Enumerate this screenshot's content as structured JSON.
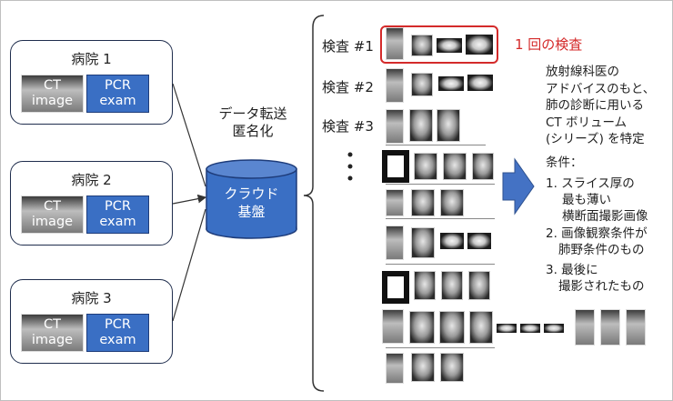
{
  "hospitals": [
    {
      "name": "病院 1",
      "ct": "CT\nimage",
      "pcr": "PCR\nexam"
    },
    {
      "name": "病院 2",
      "ct": "CT\nimage",
      "pcr": "PCR\nexam"
    },
    {
      "name": "病院 3",
      "ct": "CT\nimage",
      "pcr": "PCR\nexam"
    }
  ],
  "transfer_label": [
    "データ転送",
    "匿名化"
  ],
  "cloud": [
    "クラウド",
    "基盤"
  ],
  "exams": [
    "検査 #1",
    "検査 #2",
    "検査 #3"
  ],
  "exam_note": "1 回の検査",
  "right_text": {
    "desc": [
      "放射線科医の",
      "アドバイスのもと、",
      "肺の診断に用いる",
      "CT ボリューム",
      "(シリーズ) を特定"
    ],
    "cond_title": "条件：",
    "conditions": [
      [
        "1. スライス厚の",
        "最も薄い",
        "横断面撮影画像"
      ],
      [
        "2. 画像観察条件が",
        "肺野条件のもの"
      ],
      [
        "3. 最後に",
        "撮影されたもの"
      ]
    ]
  },
  "colors": {
    "tag_fill": "#3a6fc4",
    "cloud_fill": "#3a6fc4",
    "arrow_fill": "#4472c4",
    "highlight": "#d42a2a"
  }
}
